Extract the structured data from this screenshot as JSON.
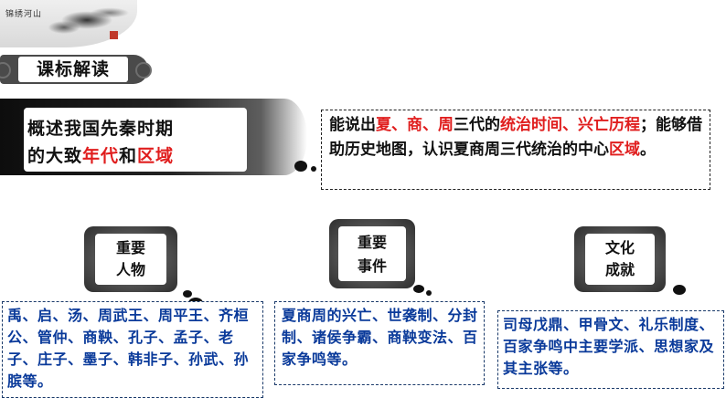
{
  "header": {
    "section_title": "课标解读",
    "fan_script": "锦绣河山"
  },
  "goal": {
    "line1": "概述我国先秦时期",
    "line2_prefix": "的大致",
    "line2_red1": "年代",
    "line2_mid": "和",
    "line2_red2": "区域"
  },
  "requirement": {
    "seg1": "能说出",
    "seg2_red": "夏、商、周",
    "seg3": "三代的",
    "seg4_red": "统治时间",
    "seg5": "、",
    "seg6_red": "兴亡历程",
    "seg7": "；能够借助历史地图，认识夏商周三代统治的中心",
    "seg8_red": "区域",
    "seg9": "。"
  },
  "categories": [
    {
      "label_line1": "重要",
      "label_line2": "人物",
      "content": "禹、启、汤、周武王、周平王、齐桓公、管仲、商鞅、孔子、孟子、老子、庄子、墨子、韩非子、孙武、孙膑等。"
    },
    {
      "label_line1": "重要",
      "label_line2": "事件",
      "content": "夏商周的兴亡、世袭制、分封制、诸侯争霸、商鞅变法、百家争鸣等。"
    },
    {
      "label_line1": "文化",
      "label_line2": "成就",
      "content": "司母戊鼎、甲骨文、礼乐制度、百家争鸣中主要学派、思想家及其主张等。"
    }
  ],
  "colors": {
    "accent_red": "#e01e1e",
    "content_blue": "#0a3a9a"
  }
}
